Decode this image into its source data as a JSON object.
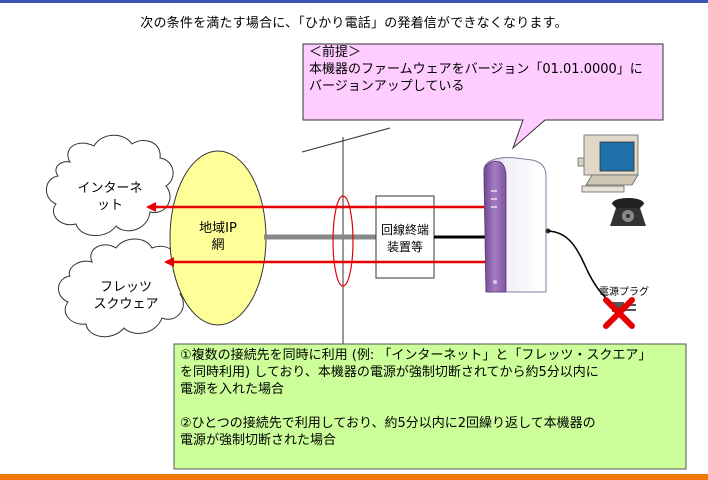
{
  "heading": "次の条件を満たす場合に、「ひかり電話」の発着信ができなくなります。",
  "premise": {
    "title": "＜前提＞",
    "line1": "本機器のファームウェアをバージョン「01.01.0000」に",
    "line2": "バージョンアップしている"
  },
  "clouds": {
    "internet_line1": "インターネ",
    "internet_line2": "ット",
    "flets_line1": "フレッツ",
    "flets_line2": "スクウェア"
  },
  "regional_ip": {
    "line1": "地域IP",
    "line2": "網"
  },
  "onu": {
    "line1": "回線終端",
    "line2": "装置等"
  },
  "plug_label": "電源プラグ",
  "conditions": {
    "item1_line1": "①複数の接続先を同時に利用 (例: 「インターネット」と「フレッツ・スクエア」",
    "item1_line2": "を同時利用) しており、本機器の電源が強制切断されてから約5分以内に",
    "item1_line3": "電源を入れた場合",
    "item2_line1": "②ひとつの接続先で利用しており、約5分以内に2回繰り返して本機器の",
    "item2_line2": "電源が強制切断された場合"
  },
  "colors": {
    "top_bar": "#3a55b4",
    "bottom_bar": "#f07800",
    "callout_fill": "#ffccff",
    "conditions_fill": "#ccff99",
    "ellipse_fill": "#ffff99",
    "arrow": "#e60000",
    "router_accent": "#8e5fae"
  },
  "icons": [
    "cloud-icon",
    "router-icon",
    "computer-icon",
    "telephone-icon",
    "power-plug-icon",
    "cross-mark-icon"
  ]
}
